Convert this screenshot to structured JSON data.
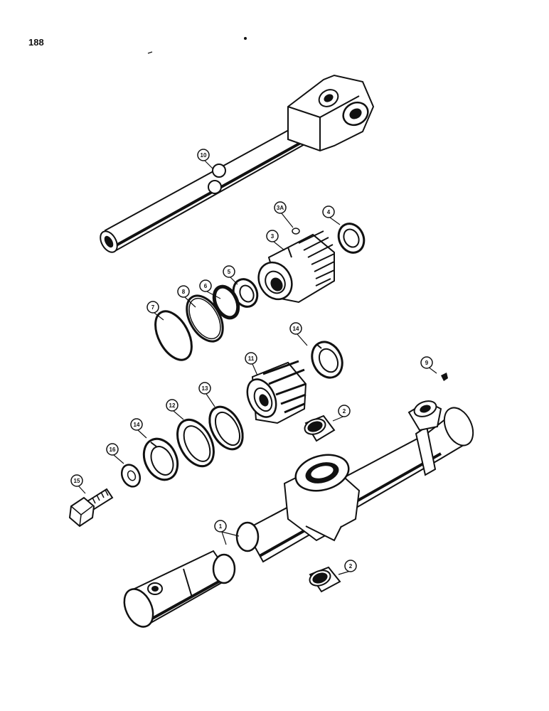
{
  "page": {
    "number": "188"
  },
  "callouts": [
    {
      "id": "c10",
      "label": "10"
    },
    {
      "id": "c3a",
      "label": "3A"
    },
    {
      "id": "c4",
      "label": "4"
    },
    {
      "id": "c3",
      "label": "3"
    },
    {
      "id": "c5",
      "label": "5"
    },
    {
      "id": "c6",
      "label": "6"
    },
    {
      "id": "c8",
      "label": "8"
    },
    {
      "id": "c7",
      "label": "7"
    },
    {
      "id": "c14a",
      "label": "14"
    },
    {
      "id": "c11",
      "label": "11"
    },
    {
      "id": "c9",
      "label": "9"
    },
    {
      "id": "c13",
      "label": "13"
    },
    {
      "id": "c12",
      "label": "12"
    },
    {
      "id": "c14b",
      "label": "14"
    },
    {
      "id": "c2a",
      "label": "2"
    },
    {
      "id": "c16",
      "label": "16"
    },
    {
      "id": "c15",
      "label": "15"
    },
    {
      "id": "c1",
      "label": "1"
    },
    {
      "id": "c2b",
      "label": "2"
    }
  ]
}
